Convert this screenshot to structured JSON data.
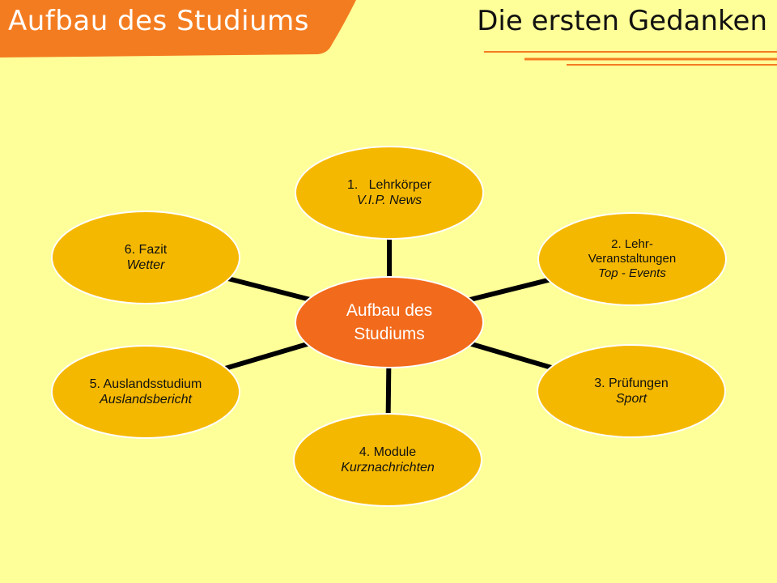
{
  "header": {
    "section_title": "Aufbau des Studiums",
    "slide_title": "Die ersten Gedanken"
  },
  "colors": {
    "background": "#FFFF99",
    "accent_orange": "#F47C20",
    "node_fill": "#F5B800",
    "center_fill": "#F26A1B",
    "connector": "#000000"
  },
  "diagram": {
    "center": {
      "line1": "Aufbau des",
      "line2": "Studiums"
    },
    "nodes": [
      {
        "id": "lehrkoerper",
        "line1": "1.   Lehrkörper",
        "line2": "V.I.P. News"
      },
      {
        "id": "lehrveranstaltungen",
        "line1": "2. Lehr-",
        "line1b": "Veranstaltungen",
        "line2": "Top - Events"
      },
      {
        "id": "pruefungen",
        "line1": "3. Prüfungen",
        "line2": "Sport"
      },
      {
        "id": "module",
        "line1": "4. Module",
        "line2": "Kurznachrichten"
      },
      {
        "id": "auslandsstudium",
        "line1": "5. Auslandsstudium",
        "line2": "Auslandsbericht"
      },
      {
        "id": "fazit",
        "line1": "6. Fazit",
        "line2": "Wetter"
      }
    ]
  }
}
